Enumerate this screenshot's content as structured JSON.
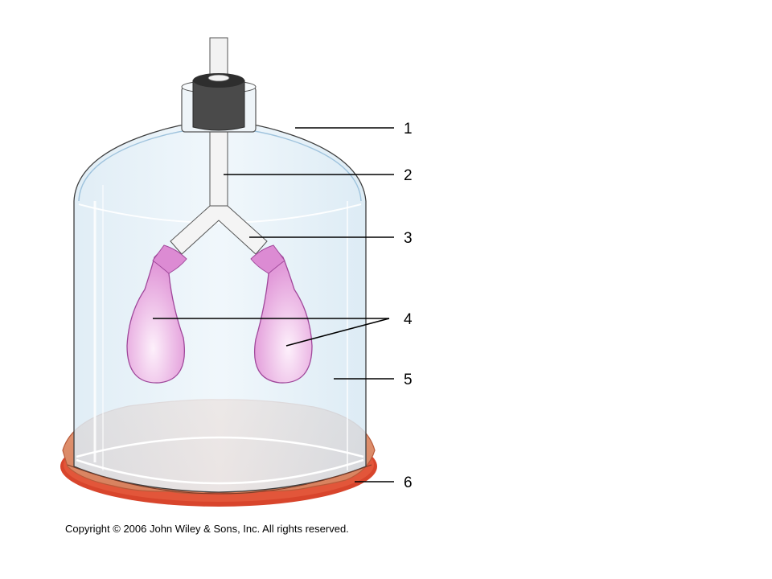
{
  "labels": [
    {
      "number": "1",
      "part": "bell jar"
    },
    {
      "number": "2",
      "part": "tube"
    },
    {
      "number": "3",
      "part": "branch tubes"
    },
    {
      "number": "4",
      "part": "balloons"
    },
    {
      "number": "5",
      "part": "jar interior"
    },
    {
      "number": "6",
      "part": "rubber base"
    }
  ],
  "copyright": "Copyright © 2006 John Wiley & Sons, Inc.  All rights reserved.",
  "colors": {
    "glass": "#cfe6f4",
    "glass_edge": "#9fc3dd",
    "stopper_dark": "#3a3a3a",
    "balloon": "#e7a2df",
    "balloon_light": "#fbe6f7",
    "base_sheet": "#d9835f",
    "base_rim": "#d8452c"
  }
}
